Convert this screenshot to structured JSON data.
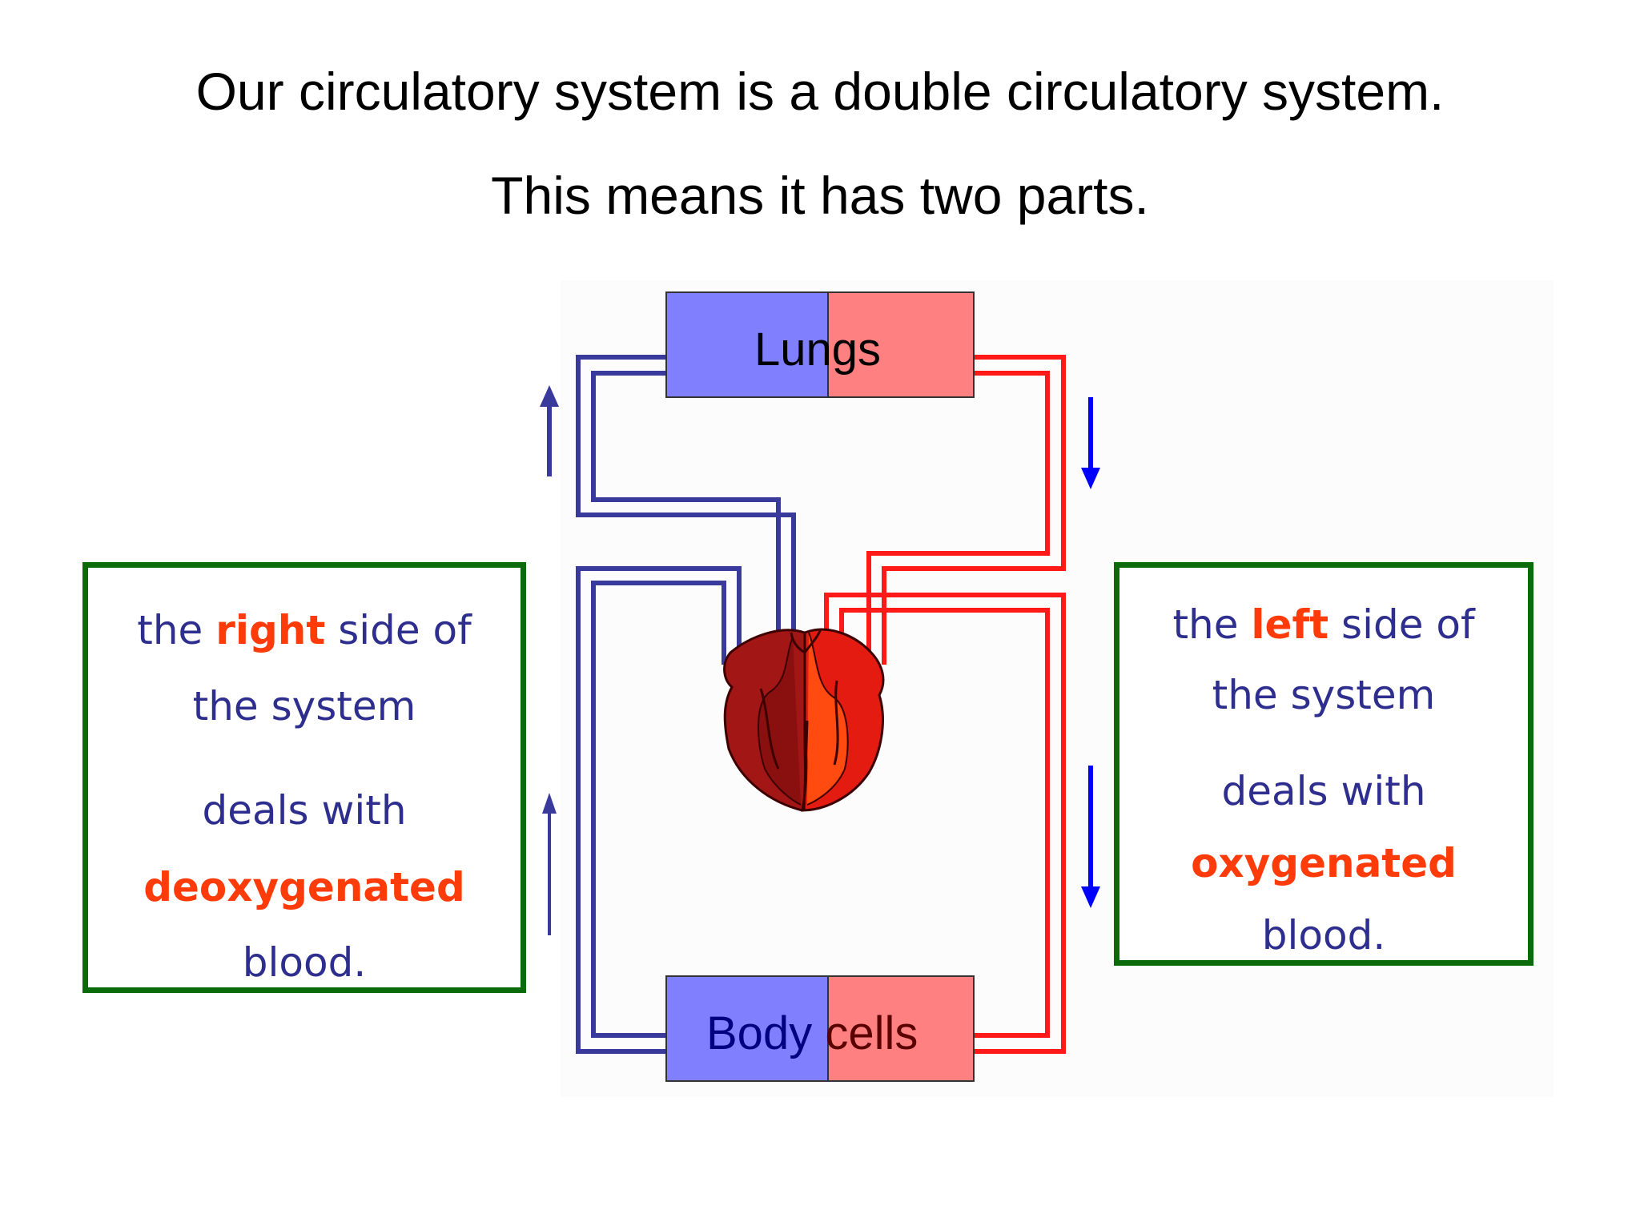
{
  "title_line_1": "Our circulatory system is a double circulatory system.",
  "title_line_2": "This means it has two parts.",
  "diagram": {
    "lungs_label": "Lungs",
    "body_label_part_1": "Body",
    "body_label_part_2": "cells",
    "colors": {
      "deoxygenated": "#3a3a9c",
      "oxygenated": "#ff1a1a",
      "box_blue": "#8080ff",
      "box_red": "#ff8080",
      "arrow": "#0000ff",
      "note_border": "#0b6b0b",
      "highlight": "#ff3b0a",
      "note_text": "#2e2e8e"
    }
  },
  "right_note": {
    "pre": "the ",
    "highlight": "right",
    "post": " side of",
    "line_2": "the system",
    "line_3": "deals with",
    "line_4": "deoxygenated",
    "line_5": "blood."
  },
  "left_note": {
    "pre": "the ",
    "highlight": "left",
    "post": " side of",
    "line_2": "the system",
    "line_3": "deals with",
    "line_4": "oxygenated",
    "line_5": "blood."
  }
}
